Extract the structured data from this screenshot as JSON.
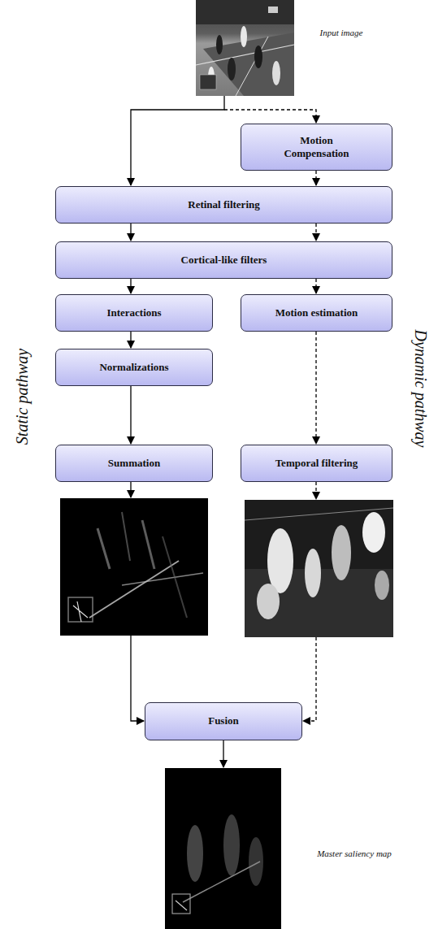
{
  "diagram": {
    "nodes": [
      {
        "text": [
          "Motion Compensation"
        ]
      },
      {
        "text": [
          "Retinal filtering"
        ]
      },
      {
        "text": [
          "Cortical-like filters"
        ]
      },
      {
        "text": [
          "Interactions"
        ]
      },
      {
        "text": [
          "Motion estimation"
        ]
      },
      {
        "text": [
          "Normalizations"
        ]
      },
      {
        "text": [
          "Summation"
        ]
      },
      {
        "text": [
          "Temporal filtering"
        ]
      },
      {
        "text": [
          "Fusion"
        ]
      }
    ],
    "edges": [
      {
        "from": 0,
        "to": 1,
        "arrow": "to"
      },
      {
        "from": 1,
        "to": 2,
        "arrow": "to"
      },
      {
        "from": 1,
        "to": 2,
        "arrow": "to"
      },
      {
        "from": 2,
        "to": 3,
        "arrow": "to"
      },
      {
        "from": 2,
        "to": 4,
        "arrow": "to"
      },
      {
        "from": 3,
        "to": 5,
        "arrow": "to"
      },
      {
        "from": 5,
        "to": 6,
        "arrow": "to"
      },
      {
        "from": 4,
        "to": 7,
        "arrow": "to"
      }
    ],
    "labels": [
      "Input image",
      "Static pathway",
      "Dynamic pathway",
      "Master saliency map"
    ]
  }
}
